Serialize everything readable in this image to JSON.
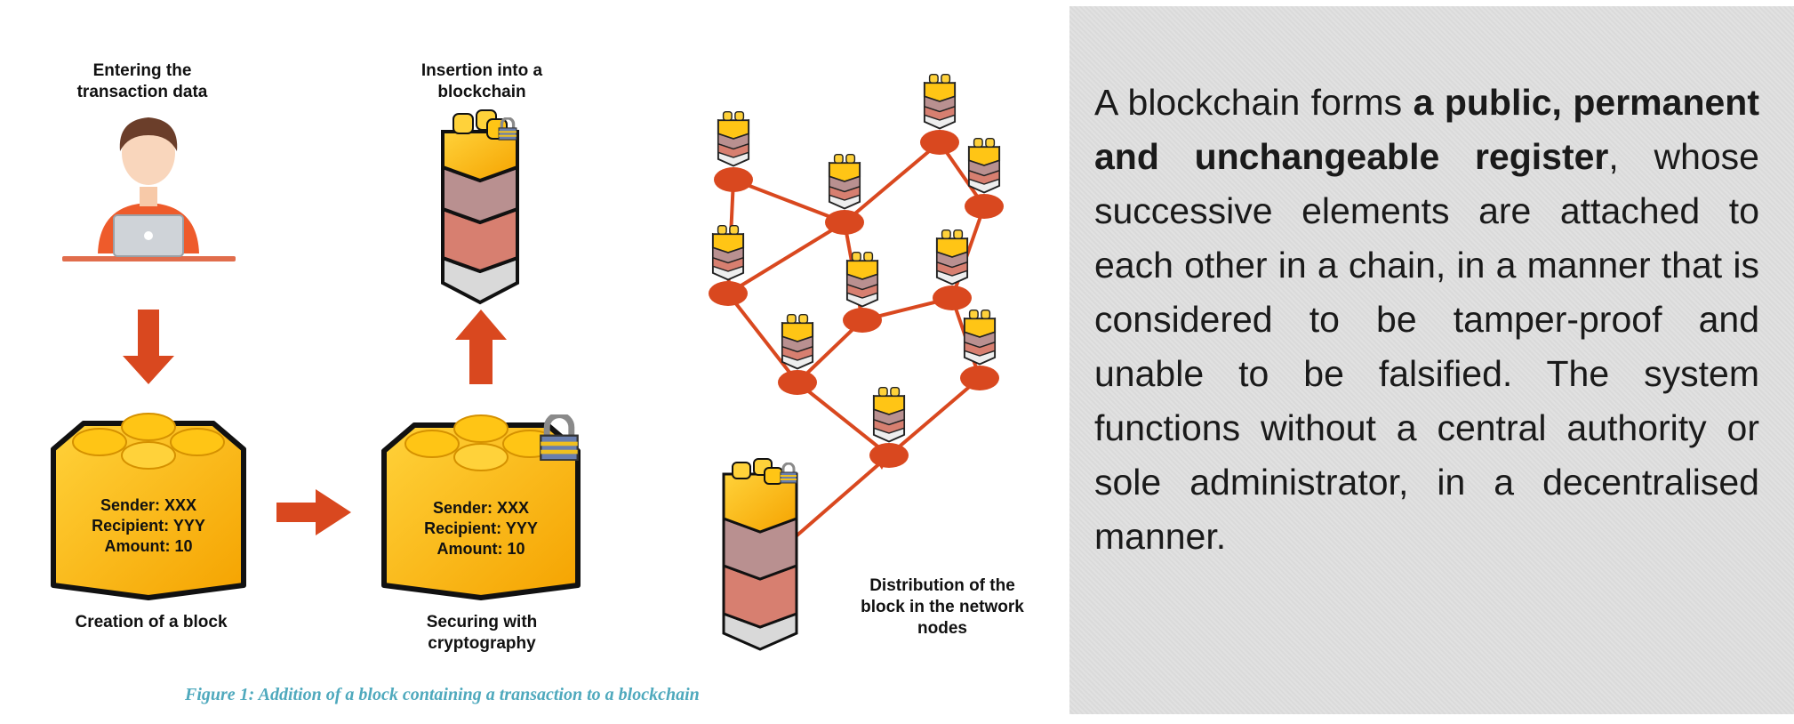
{
  "steps": {
    "enter": "Entering the\ntransaction data",
    "insert": "Insertion into a\nblockchain",
    "create": "Creation of a block",
    "secure": "Securing with\ncryptography",
    "distribute": "Distribution of the\nblock in the network\nnodes"
  },
  "block": {
    "sender": "Sender: XXX",
    "recipient": "Recipient: YYY",
    "amount": "Amount: 10"
  },
  "caption": "Figure 1: Addition of a block containing a transaction to a blockchain",
  "paragraph": {
    "part1": "A blockchain forms ",
    "bold1": "a public, permanent and unchangeable register",
    "part2": ", whose successive elements are attached to each other in a chain, in a manner that is considered to be tamper-proof and unable to be falsified. The system functions without a central authority or sole administrator, in a decentralised manner."
  },
  "colors": {
    "arrow": "#d9481f",
    "block_yellow": "#fdb913",
    "block_mauve": "#b99090",
    "block_salmon": "#d77f70",
    "block_grey": "#d8d8d8",
    "caption": "#4fa9bd",
    "panel_bg": "#dedede"
  }
}
